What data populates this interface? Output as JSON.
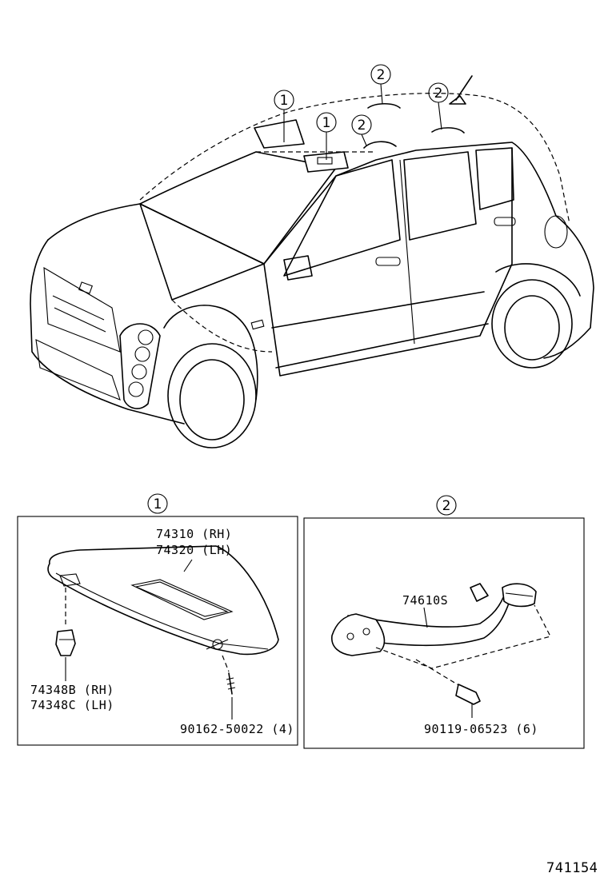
{
  "callouts": {
    "one": "1",
    "two": "2"
  },
  "panel_1": {
    "header": "1",
    "visor_part_rh": "74310 (RH)",
    "visor_part_lh": "74320 (LH)",
    "holder_part_rh": "74348B (RH)",
    "holder_part_lh": "74348C (LH)",
    "screw_part": "90162-50022 (4)"
  },
  "panel_2": {
    "header": "2",
    "grip_part": "74610S",
    "bolt_part": "90119-06523 (6)"
  },
  "figure_id": "741154"
}
